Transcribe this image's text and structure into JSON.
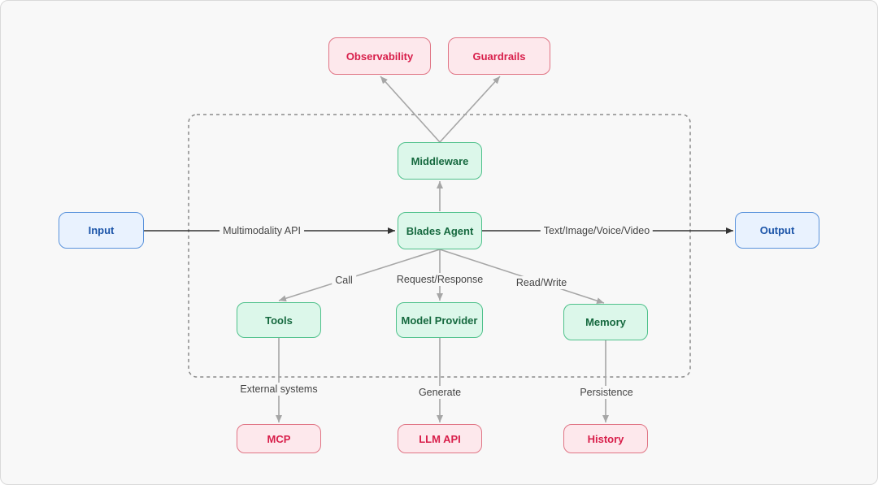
{
  "nodes": {
    "input": "Input",
    "output": "Output",
    "blades_agent": "Blades Agent",
    "middleware": "Middleware",
    "observability": "Observability",
    "guardrails": "Guardrails",
    "tools": "Tools",
    "model_provider": "Model Provider",
    "memory": "Memory",
    "mcp": "MCP",
    "llm_api": "LLM API",
    "history": "History"
  },
  "edge_labels": {
    "multimodality_api": "Multimodality API",
    "text_image_voice_video": "Text/Image/Voice/Video",
    "call": "Call",
    "request_response": "Request/Response",
    "read_write": "Read/Write",
    "external_systems": "External systems",
    "generate": "Generate",
    "persistence": "Persistence"
  },
  "colors": {
    "blue_fill": "#e9f2fe",
    "blue_border": "#5a93dc",
    "blue_text": "#1b54a8",
    "green_fill": "#dcf7ea",
    "green_border": "#4fc18b",
    "green_text": "#16693f",
    "red_fill": "#fde8ec",
    "red_border": "#e07585",
    "red_text": "#d81e4a",
    "edge_gray": "#a6a6a6",
    "edge_dark": "#333333"
  }
}
